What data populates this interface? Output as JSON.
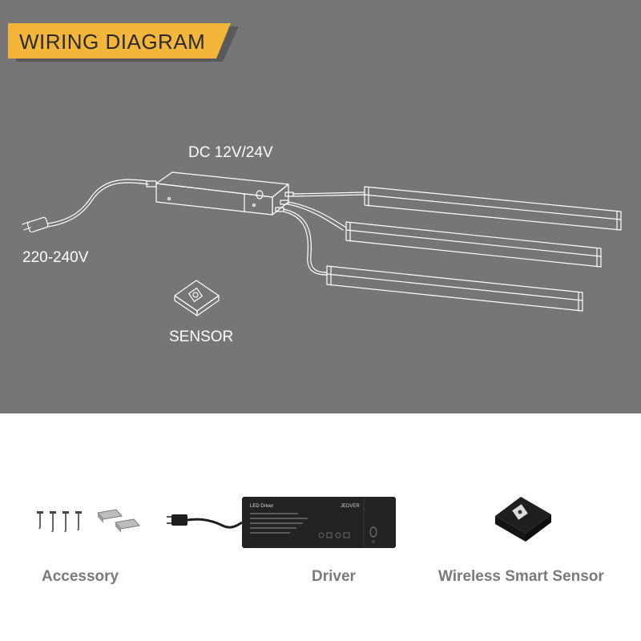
{
  "banner": {
    "title": "WIRING DIAGRAM",
    "color": "#f3b53a"
  },
  "diagram": {
    "dc_label": "DC 12V/24V",
    "ac_label": "220-240V",
    "sensor_label": "SENSOR"
  },
  "products": {
    "accessory": "Accessory",
    "driver": "Driver",
    "sensor": "Wireless Smart Sensor",
    "driver_title": "LED Driver",
    "driver_brand": "JEDVER"
  },
  "colors": {
    "top_background": "#767676",
    "line": "#ffffff",
    "caption": "#7a7a7a"
  }
}
